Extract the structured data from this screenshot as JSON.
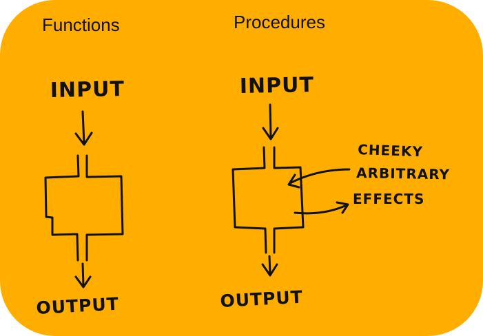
{
  "colors": {
    "panel_background": "#ffae00",
    "ink": "#111111"
  },
  "functions": {
    "heading": "Functions",
    "input_label": "INPUT",
    "output_label": "OUTPUT"
  },
  "procedures": {
    "heading": "Procedures",
    "input_label": "INPUT",
    "output_label": "OUTPUT",
    "side_effects_label": [
      "CHEEKY",
      "ARBITRARY",
      "EFFECTS"
    ]
  }
}
